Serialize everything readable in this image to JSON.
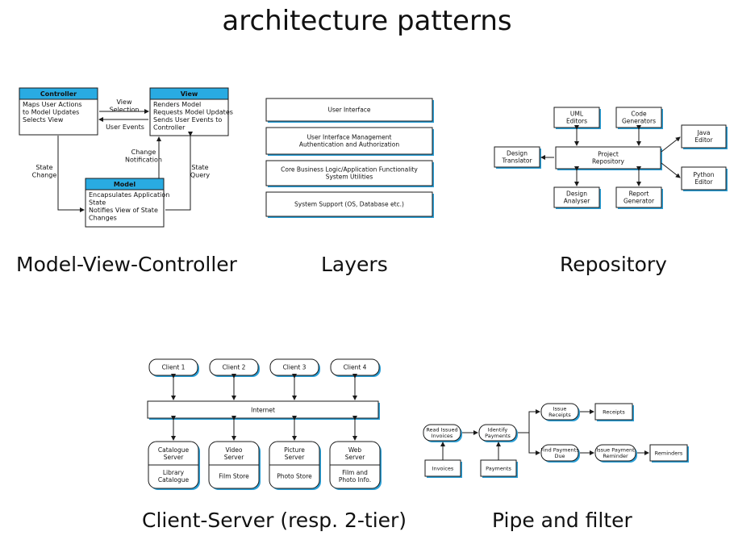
{
  "title": "architecture patterns",
  "captions": {
    "mvc": "Model-View-Controller",
    "layers": "Layers",
    "repository": "Repository",
    "client_server": "Client-Server (resp. 2-tier)",
    "pipe_filter": "Pipe and filter"
  },
  "mvc": {
    "controller": {
      "header": "Controller",
      "body": [
        "Maps User Actions",
        "to Model Updates",
        "Selects View"
      ]
    },
    "view": {
      "header": "View",
      "body": [
        "Renders Model",
        "Requests Model Updates",
        "Sends User Events to",
        "Controller"
      ]
    },
    "model": {
      "header": "Model",
      "body": [
        "Encapsulates Application",
        "State",
        "Notifies View of State",
        "Changes"
      ]
    },
    "view_selection": [
      "View",
      "Selection"
    ],
    "user_events": "User Events",
    "change_notification": [
      "Change",
      "Notification"
    ],
    "state_change": [
      "State",
      "Change"
    ],
    "state_query": [
      "State",
      "Query"
    ]
  },
  "layers": [
    [
      "User Interface"
    ],
    [
      "User Interface Management",
      "Authentication and Authorization"
    ],
    [
      "Core Business Logic/Application Functionality",
      "System Utilities"
    ],
    [
      "System Support (OS, Database etc.)"
    ]
  ],
  "repository": {
    "center": [
      "Project",
      "Repository"
    ],
    "uml": [
      "UML",
      "Editors"
    ],
    "codegen": [
      "Code",
      "Generators"
    ],
    "java": [
      "Java",
      "Editor"
    ],
    "python": [
      "Python",
      "Editor"
    ],
    "design_translator": [
      "Design",
      "Translator"
    ],
    "design_analyser": [
      "Design",
      "Analyser"
    ],
    "report_generator": [
      "Report",
      "Generator"
    ]
  },
  "client_server": {
    "clients": [
      "Client 1",
      "Client 2",
      "Client 3",
      "Client 4"
    ],
    "internet": "Internet",
    "servers": [
      {
        "name": [
          "Catalogue",
          "Server"
        ],
        "store": [
          "Library",
          "Catalogue"
        ]
      },
      {
        "name": [
          "Video",
          "Server"
        ],
        "store": [
          "Film Store"
        ]
      },
      {
        "name": [
          "Picture",
          "Server"
        ],
        "store": [
          "Photo Store"
        ]
      },
      {
        "name": [
          "Web",
          "Server"
        ],
        "store": [
          "Film and",
          "Photo Info."
        ]
      }
    ]
  },
  "pipe_filter": {
    "read_invoices": [
      "Read Issued",
      "Invoices"
    ],
    "identify_payments": [
      "Identify",
      "Payments"
    ],
    "issue_receipts": [
      "Issue",
      "Receipts"
    ],
    "receipts": "Receipts",
    "find_payments_due": [
      "Find Payments",
      "Due"
    ],
    "issue_reminder": [
      "Issue Payment",
      "Reminder"
    ],
    "reminders": "Reminders",
    "invoices": "Invoices",
    "payments": "Payments"
  }
}
